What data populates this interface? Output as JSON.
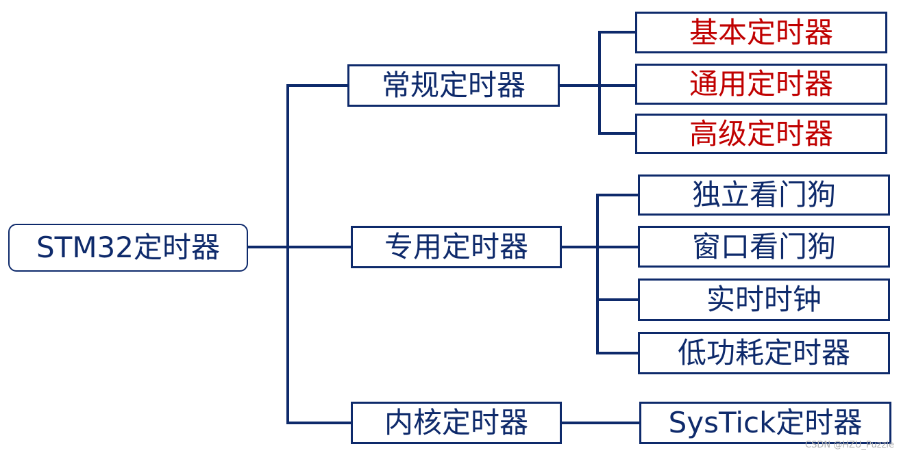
{
  "root": {
    "label": "STM32定时器"
  },
  "categories": [
    {
      "label": "常规定时器",
      "children": [
        {
          "label": "基本定时器"
        },
        {
          "label": "通用定时器"
        },
        {
          "label": "高级定时器"
        }
      ]
    },
    {
      "label": "专用定时器",
      "children": [
        {
          "label": "独立看门狗"
        },
        {
          "label": "窗口看门狗"
        },
        {
          "label": "实时时钟"
        },
        {
          "label": "低功耗定时器"
        }
      ]
    },
    {
      "label": "内核定时器",
      "children": [
        {
          "label": "SysTick定时器"
        }
      ]
    }
  ],
  "colors": {
    "line": "#0e2a6b",
    "text": "#0e2a6b",
    "highlight_text": "#c00000"
  },
  "watermark": "CSDN @HZU_Puzzle"
}
